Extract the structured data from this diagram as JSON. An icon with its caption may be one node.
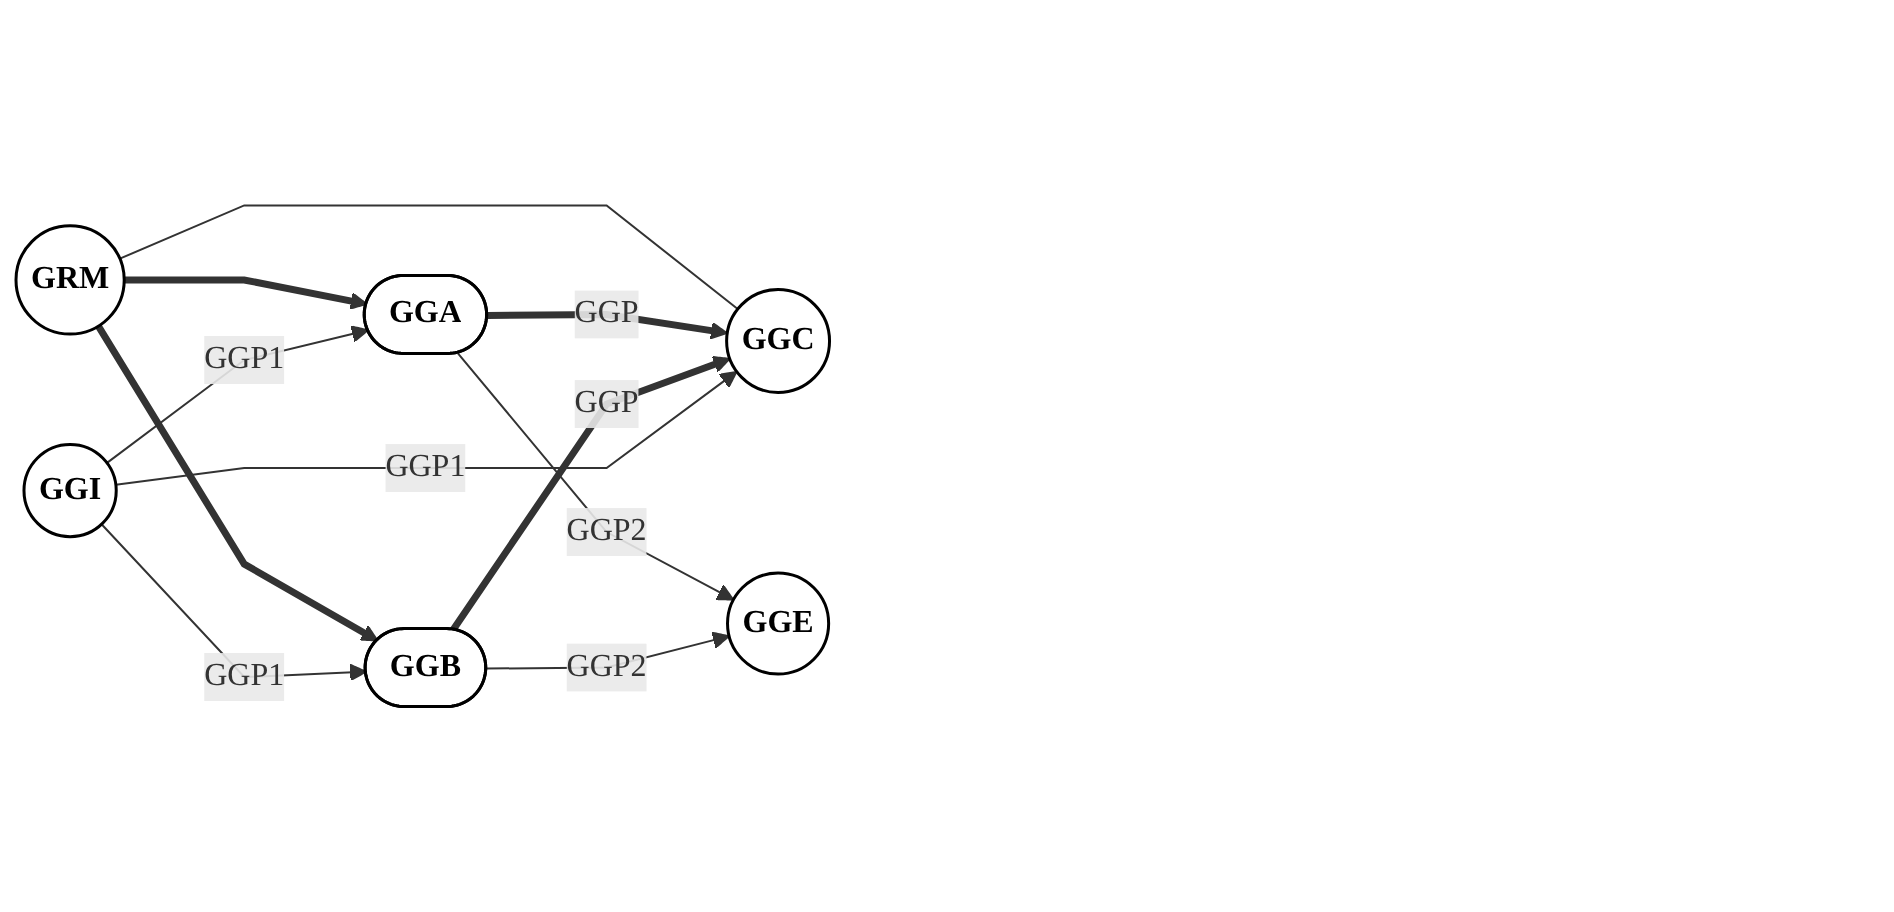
{
  "diagram": {
    "nodes": [
      {
        "text": [
          "GRM"
        ]
      },
      {
        "text": [
          "GGA"
        ]
      },
      {
        "text": [
          "GGB"
        ]
      },
      {
        "text": [
          "GGC"
        ]
      },
      {
        "text": [
          "GGI"
        ]
      },
      {
        "text": [
          "GGE"
        ]
      }
    ],
    "edges": [
      {
        "from": 0,
        "to": 1,
        "arrow": "to",
        "style": "thick"
      },
      {
        "from": 0,
        "to": 2,
        "arrow": "to",
        "style": "thick"
      },
      {
        "from": 0,
        "to": 3,
        "arrow": "none"
      },
      {
        "from": 1,
        "to": 3,
        "arrow": "to",
        "style": "thick",
        "label": "GGP"
      },
      {
        "from": 2,
        "to": 3,
        "arrow": "to",
        "style": "thick",
        "label": "GGP"
      },
      {
        "from": 4,
        "to": 1,
        "arrow": "to",
        "label": "GGP1"
      },
      {
        "from": 4,
        "to": 3,
        "arrow": "to",
        "label": "GGP1"
      },
      {
        "from": 4,
        "to": 2,
        "arrow": "to",
        "label": "GGP1"
      },
      {
        "from": 1,
        "to": 5,
        "arrow": "to",
        "label": "GGP2"
      },
      {
        "from": 2,
        "to": 5,
        "arrow": "to",
        "label": "GGP2"
      }
    ]
  }
}
